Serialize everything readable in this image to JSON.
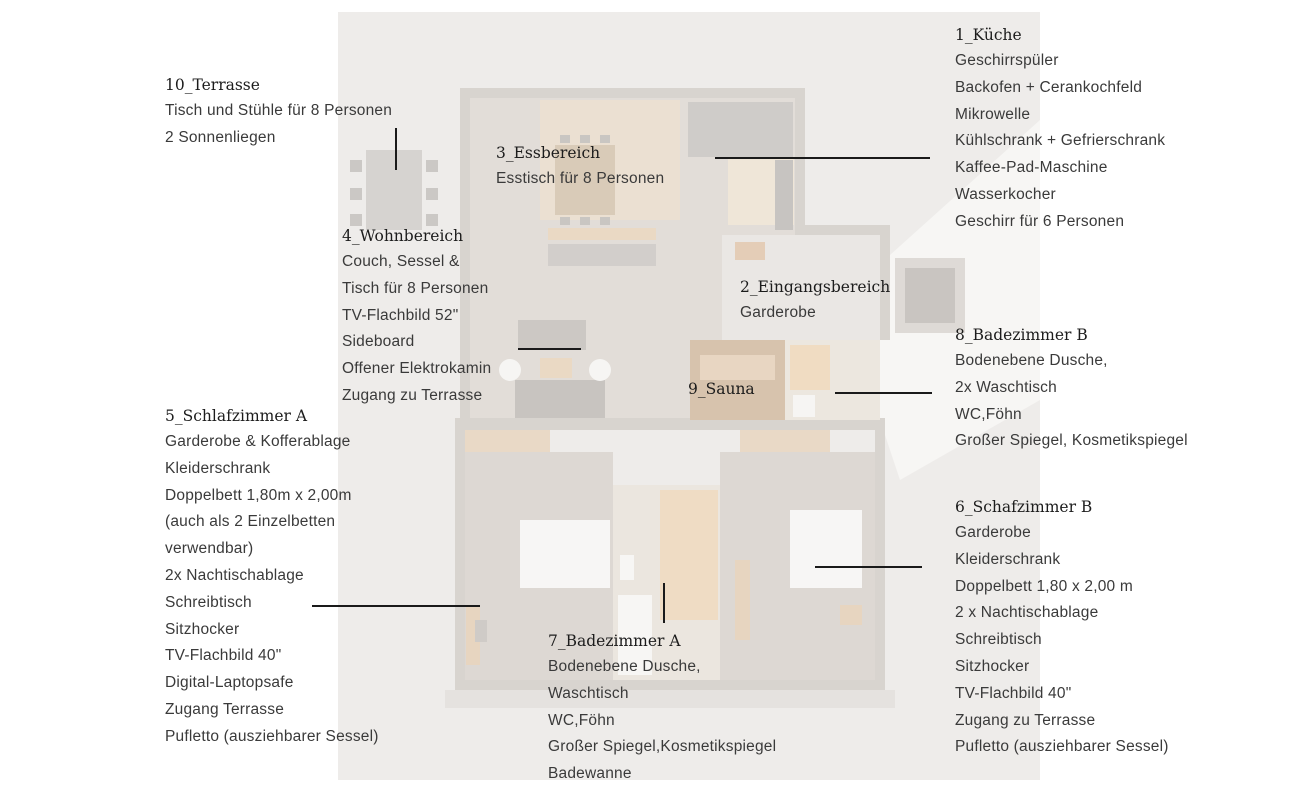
{
  "rooms": {
    "kueche": {
      "title": "1_Küche",
      "items": [
        "Geschirrspüler",
        "Backofen + Cerankochfeld",
        "Mikrowelle",
        "Kühlschrank + Gefrierschrank",
        "Kaffee-Pad-Maschine",
        "Wasserkocher",
        "Geschirr für 6 Personen"
      ]
    },
    "eingang": {
      "title": "2_Eingangsbereich",
      "items": [
        "Garderobe"
      ]
    },
    "essbereich": {
      "title": "3_Essbereich",
      "items": [
        "Esstisch für 8 Personen"
      ]
    },
    "wohnbereich": {
      "title": "4_Wohnbereich",
      "items": [
        "Couch, Sessel &",
        "Tisch für 8 Personen",
        "TV-Flachbild 52\"",
        "Sideboard",
        "Offener Elektrokamin",
        "Zugang zu Terrasse"
      ]
    },
    "schlafzimmer_a": {
      "title": "5_Schlafzimmer A",
      "items": [
        "Garderobe & Kofferablage",
        "Kleiderschrank",
        "Doppelbett 1,80m x 2,00m",
        "(auch als 2 Einzelbetten",
        "verwendbar)",
        "2x Nachtischablage",
        "Schreibtisch",
        "Sitzhocker",
        "TV-Flachbild 40\"",
        "Digital-Laptopsafe",
        "Zugang Terrasse",
        "Pufletto (ausziehbarer Sessel)"
      ]
    },
    "schlafzimmer_b": {
      "title": "6_Schafzimmer B",
      "items": [
        "Garderobe",
        "Kleiderschrank",
        "Doppelbett 1,80 x 2,00 m",
        "2 x Nachtischablage",
        "Schreibtisch",
        "Sitzhocker",
        "TV-Flachbild 40\"",
        "Zugang zu Terrasse",
        "Pufletto (ausziehbarer Sessel)"
      ]
    },
    "badezimmer_a": {
      "title": "7_Badezimmer A",
      "items": [
        "Bodenebene Dusche,",
        "Waschtisch",
        "WC,Föhn",
        "Großer Spiegel,Kosmetikspiegel",
        "Badewanne"
      ]
    },
    "badezimmer_b": {
      "title": "8_Badezimmer B",
      "items": [
        "Bodenebene Dusche,",
        "2x Waschtisch",
        "WC,Föhn",
        "Großer Spiegel, Kosmetikspiegel"
      ]
    },
    "sauna": {
      "title": "9_Sauna",
      "items": []
    },
    "terrasse": {
      "title": "10_Terrasse",
      "items": [
        "Tisch und Stühle für 8 Personen",
        "2 Sonnenliegen"
      ]
    }
  }
}
